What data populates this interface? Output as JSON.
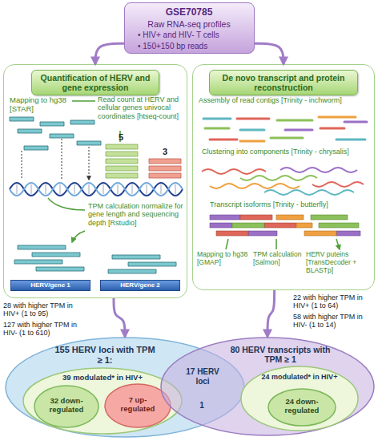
{
  "diagram": {
    "nodes": [
      {
        "text": [
          "GSE70785",
          "Raw RNA-seq profiles",
          "• HIV+ and HIV- T cells",
          "• 150+150 bp reads"
        ]
      },
      {
        "text": [
          "Quantification of HERV and gene expression"
        ]
      },
      {
        "text": [
          "HERV/gene 1"
        ],
        "in": 1
      },
      {
        "text": [
          "HERV/gene 2"
        ],
        "in": 1
      },
      {
        "text": [
          "De novo transcript and protein reconstruction"
        ]
      },
      {
        "text": [
          "155 HERV loci with TPM ≥ 1:"
        ]
      },
      {
        "text": [
          "39 modulated* in HIV+"
        ],
        "in": 5
      },
      {
        "text": [
          "32 down-regulated"
        ],
        "in": 6
      },
      {
        "text": [
          "7 up-regulated"
        ],
        "in": 6
      },
      {
        "text": [
          "80 HERV transcripts with TPM ≥ 1"
        ]
      },
      {
        "text": [
          "24 modulated* in HIV+"
        ],
        "in": 9
      },
      {
        "text": [
          "24 down-regulated"
        ],
        "in": 10
      }
    ],
    "edges": [
      {
        "from": 0,
        "to": 1,
        "arrow": "to"
      },
      {
        "from": 0,
        "to": 4,
        "arrow": "to"
      },
      {
        "from": 1,
        "to": 5,
        "arrow": "to"
      },
      {
        "from": 4,
        "to": 9,
        "arrow": "to"
      }
    ],
    "labels": [
      "Mapping to hg38 [STAR]",
      "Read count at HERV and cellular genes univocal coordinates [htseq-count]",
      "5",
      "3",
      "TPM calculation normalize for gene length and sequencing depth [Rstudio]",
      "Assembly of read contigs [Trinity - inchworm]",
      "Clustering into components [Trinity - chrysalis]",
      "Transcript isoforms [Trinity - butterfly]",
      "Mapping to hg38 [GMAP]",
      "TPM calculation [Salmon]",
      "HERV puteins [TransDecoder + BLASTp]",
      "28 with higher TPM in HIV+ (1 to 95)",
      "127 with higher TPM in HIV- (1 to 610)",
      "22 with higher TPM in HIV+ (1 to 64)",
      "58 with higher TPM in HIV- (1 to 14)",
      "17 HERV loci",
      "1"
    ]
  }
}
